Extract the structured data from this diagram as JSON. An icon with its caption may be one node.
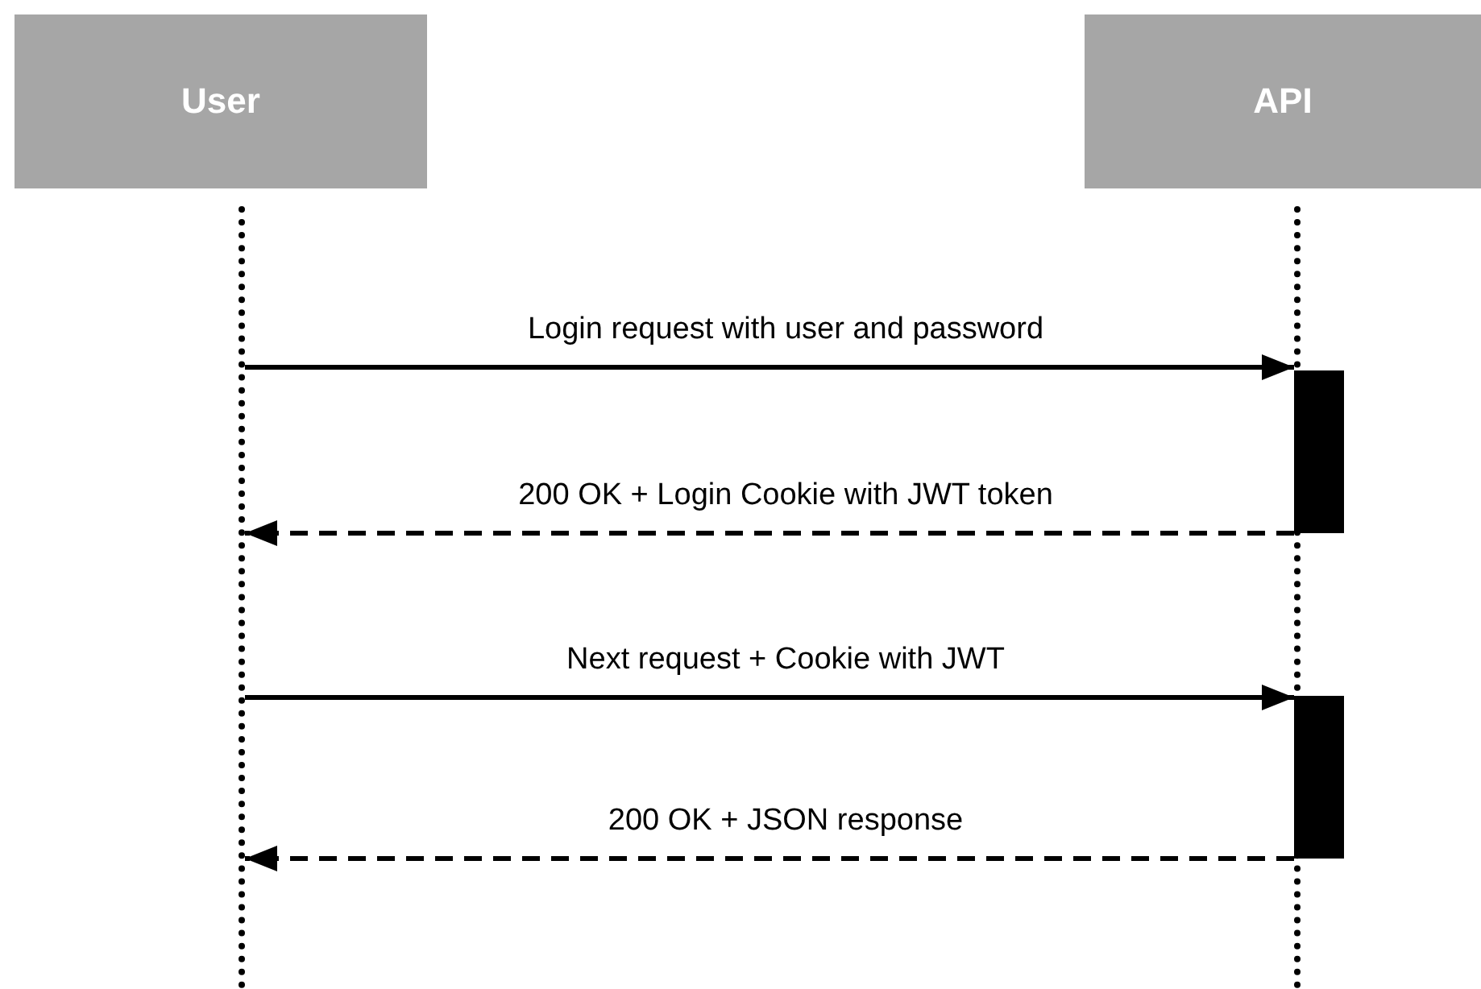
{
  "diagram": {
    "nodes": [
      {
        "text": [
          "User"
        ]
      },
      {
        "text": [
          "API"
        ]
      },
      {
        "text": [],
        "shape": "line"
      },
      {
        "text": [],
        "shape": "line"
      },
      {
        "text": [],
        "shape": "bar"
      },
      {
        "text": [],
        "shape": "bar"
      }
    ],
    "edges": [
      {
        "from": 2,
        "to": 4,
        "arrow": "to",
        "label": "Login request with user and password"
      },
      {
        "from": 4,
        "to": 2,
        "arrow": "to",
        "label": "200 OK + Login Cookie with JWT token",
        "style": "dashed"
      },
      {
        "from": 2,
        "to": 5,
        "arrow": "to",
        "label": "Next request + Cookie with JWT"
      },
      {
        "from": 5,
        "to": 2,
        "arrow": "to",
        "label": "200 OK + JSON response",
        "style": "dashed"
      }
    ]
  }
}
